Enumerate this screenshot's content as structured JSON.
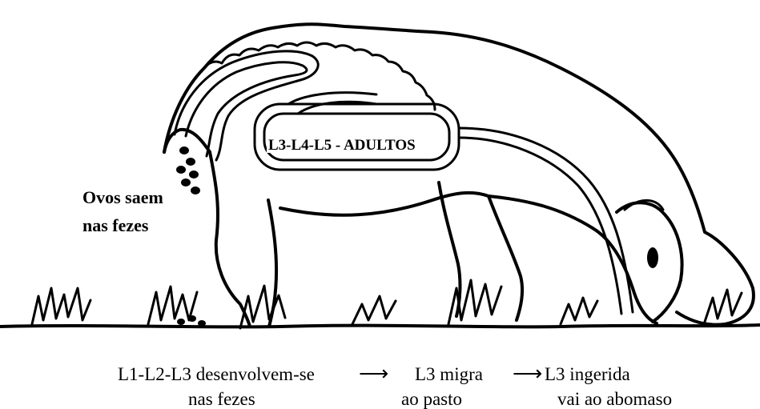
{
  "labels": {
    "inside_body": "L3-L4-L5 - ADULTOS",
    "eggs_line1": "Ovos saem",
    "eggs_line2": "nas fezes"
  },
  "stages": [
    {
      "line1": "L1-L2-L3 desenvolvem-se",
      "line2": "nas fezes"
    },
    {
      "line1": "L3 migra",
      "line2": "ao pasto"
    },
    {
      "line1": "L3 ingerida",
      "line2": "vai ao abomaso"
    }
  ],
  "arrows": [
    "⟶",
    "⟶"
  ]
}
